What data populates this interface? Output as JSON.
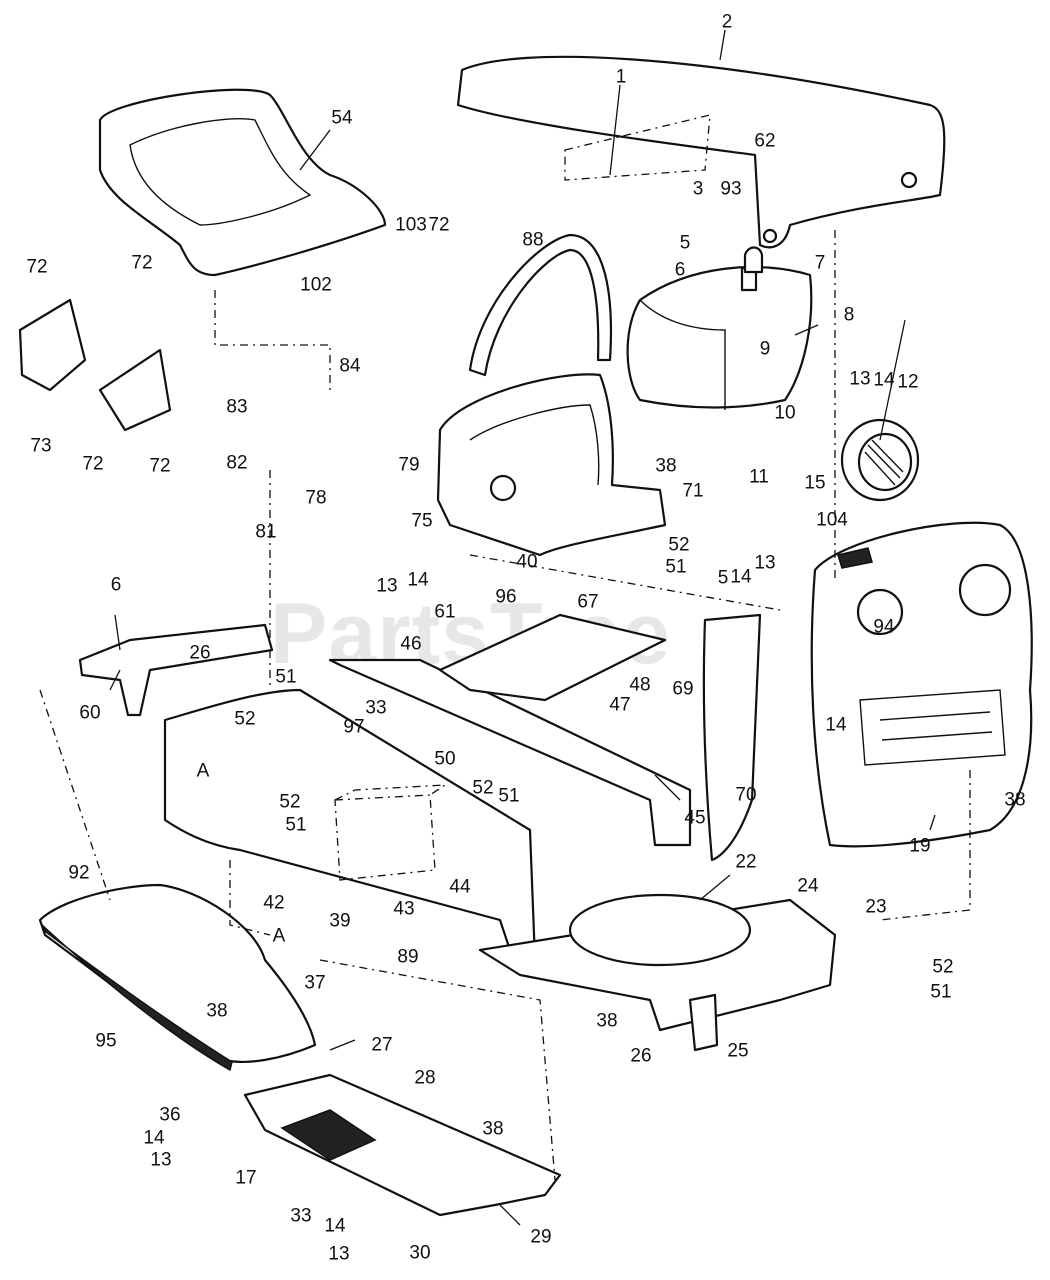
{
  "watermark": "PartsTree",
  "callouts": [
    {
      "id": "c1",
      "label": "1"
    },
    {
      "id": "c2",
      "label": "2"
    },
    {
      "id": "c3",
      "label": "3"
    },
    {
      "id": "c5a",
      "label": "5"
    },
    {
      "id": "c5b",
      "label": "5"
    },
    {
      "id": "c6a",
      "label": "6"
    },
    {
      "id": "c6b",
      "label": "6"
    },
    {
      "id": "c7",
      "label": "7"
    },
    {
      "id": "c8",
      "label": "8"
    },
    {
      "id": "c9",
      "label": "9"
    },
    {
      "id": "c10",
      "label": "10"
    },
    {
      "id": "c11",
      "label": "11"
    },
    {
      "id": "c12",
      "label": "12"
    },
    {
      "id": "c13a",
      "label": "13"
    },
    {
      "id": "c13b",
      "label": "13"
    },
    {
      "id": "c13c",
      "label": "13"
    },
    {
      "id": "c13d",
      "label": "13"
    },
    {
      "id": "c13e",
      "label": "13"
    },
    {
      "id": "c14a",
      "label": "14"
    },
    {
      "id": "c14b",
      "label": "14"
    },
    {
      "id": "c14c",
      "label": "14"
    },
    {
      "id": "c14d",
      "label": "14"
    },
    {
      "id": "c14e",
      "label": "14"
    },
    {
      "id": "c14f",
      "label": "14"
    },
    {
      "id": "c15",
      "label": "15"
    },
    {
      "id": "c17",
      "label": "17"
    },
    {
      "id": "c19",
      "label": "19"
    },
    {
      "id": "c22",
      "label": "22"
    },
    {
      "id": "c23",
      "label": "23"
    },
    {
      "id": "c24",
      "label": "24"
    },
    {
      "id": "c25",
      "label": "25"
    },
    {
      "id": "c26a",
      "label": "26"
    },
    {
      "id": "c26b",
      "label": "26"
    },
    {
      "id": "c27",
      "label": "27"
    },
    {
      "id": "c28",
      "label": "28"
    },
    {
      "id": "c29",
      "label": "29"
    },
    {
      "id": "c30",
      "label": "30"
    },
    {
      "id": "c33a",
      "label": "33"
    },
    {
      "id": "c33b",
      "label": "33"
    },
    {
      "id": "c36",
      "label": "36"
    },
    {
      "id": "c37",
      "label": "37"
    },
    {
      "id": "c38a",
      "label": "38"
    },
    {
      "id": "c38b",
      "label": "38"
    },
    {
      "id": "c38c",
      "label": "38"
    },
    {
      "id": "c38d",
      "label": "38"
    },
    {
      "id": "c38e",
      "label": "38"
    },
    {
      "id": "c39",
      "label": "39"
    },
    {
      "id": "c40",
      "label": "40"
    },
    {
      "id": "c42",
      "label": "42"
    },
    {
      "id": "c43",
      "label": "43"
    },
    {
      "id": "c44",
      "label": "44"
    },
    {
      "id": "c45",
      "label": "45"
    },
    {
      "id": "c46",
      "label": "46"
    },
    {
      "id": "c47",
      "label": "47"
    },
    {
      "id": "c48",
      "label": "48"
    },
    {
      "id": "c50",
      "label": "50"
    },
    {
      "id": "c51a",
      "label": "51"
    },
    {
      "id": "c51b",
      "label": "51"
    },
    {
      "id": "c51c",
      "label": "51"
    },
    {
      "id": "c51d",
      "label": "51"
    },
    {
      "id": "c51e",
      "label": "51"
    },
    {
      "id": "c52a",
      "label": "52"
    },
    {
      "id": "c52b",
      "label": "52"
    },
    {
      "id": "c52c",
      "label": "52"
    },
    {
      "id": "c52d",
      "label": "52"
    },
    {
      "id": "c52e",
      "label": "52"
    },
    {
      "id": "c54",
      "label": "54"
    },
    {
      "id": "c60",
      "label": "60"
    },
    {
      "id": "c61",
      "label": "61"
    },
    {
      "id": "c62",
      "label": "62"
    },
    {
      "id": "c67",
      "label": "67"
    },
    {
      "id": "c69",
      "label": "69"
    },
    {
      "id": "c70",
      "label": "70"
    },
    {
      "id": "c71",
      "label": "71"
    },
    {
      "id": "c72a",
      "label": "72"
    },
    {
      "id": "c72b",
      "label": "72"
    },
    {
      "id": "c72c",
      "label": "72"
    },
    {
      "id": "c72d",
      "label": "72"
    },
    {
      "id": "c72e",
      "label": "72"
    },
    {
      "id": "c73",
      "label": "73"
    },
    {
      "id": "c75",
      "label": "75"
    },
    {
      "id": "c78",
      "label": "78"
    },
    {
      "id": "c79",
      "label": "79"
    },
    {
      "id": "c81",
      "label": "81"
    },
    {
      "id": "c82",
      "label": "82"
    },
    {
      "id": "c83",
      "label": "83"
    },
    {
      "id": "c84",
      "label": "84"
    },
    {
      "id": "c88",
      "label": "88"
    },
    {
      "id": "c89",
      "label": "89"
    },
    {
      "id": "c92",
      "label": "92"
    },
    {
      "id": "c93",
      "label": "93"
    },
    {
      "id": "c94",
      "label": "94"
    },
    {
      "id": "c95",
      "label": "95"
    },
    {
      "id": "c96",
      "label": "96"
    },
    {
      "id": "c97",
      "label": "97"
    },
    {
      "id": "c102",
      "label": "102"
    },
    {
      "id": "c103",
      "label": "103"
    },
    {
      "id": "c104",
      "label": "104"
    },
    {
      "id": "cA1",
      "label": "A"
    },
    {
      "id": "cA2",
      "label": "A"
    }
  ]
}
